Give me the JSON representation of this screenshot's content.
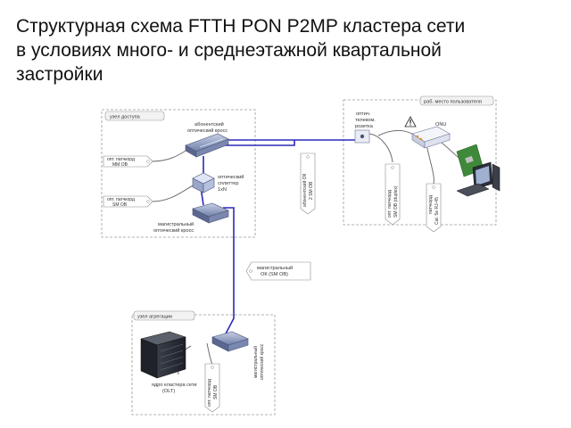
{
  "title": {
    "line1": "Структурная схема FTTH PON P2MP кластера сети",
    "line2": "в условиях много- и среднеэтажной квартальной",
    "line3": "застройки"
  },
  "access_node": {
    "frame_label": "узел доступа",
    "subscriber_cross": [
      "абонентский",
      "оптический кросс"
    ],
    "patchcord_mm": [
      "опт. патчкорд",
      "ММ ОВ"
    ],
    "patchcord_sm": [
      "опт. патчкорд",
      "SM ОВ"
    ],
    "splitter": [
      "оптический",
      "сплиттер",
      "1xN"
    ],
    "trunk_cross": [
      "магистральный",
      "оптический кросс"
    ]
  },
  "user_place": {
    "frame_label": "раб. место пользователя",
    "socket": [
      "оптич.",
      "телеком.",
      "розетка"
    ],
    "onu": "ONU",
    "patchcord_duplex": [
      "опт. патчкорд",
      "SM ОВ (duplex)"
    ],
    "patchcord_cat5": [
      "патчкорд",
      "Cat. 5e RJ-45"
    ]
  },
  "cables": {
    "subscriber_cable": [
      "абонентский ОК",
      "2 SM ОВ"
    ],
    "trunk_cable": [
      "магистральный",
      "ОК (SM ОВ)"
    ]
  },
  "aggregation_node": {
    "frame_label": "узел агрегации",
    "olt": [
      "ядро кластера сети",
      "(OLT)"
    ],
    "patchcord_sm": [
      "опт. патчкорд",
      "SM ОВ"
    ],
    "trunk_cross": [
      "магистральный",
      "оптический кросс"
    ]
  },
  "colors": {
    "fiber": "#2b2bb8",
    "frame": "#9a9a9a",
    "device": "#8090b8",
    "cable_gray": "#707070"
  }
}
